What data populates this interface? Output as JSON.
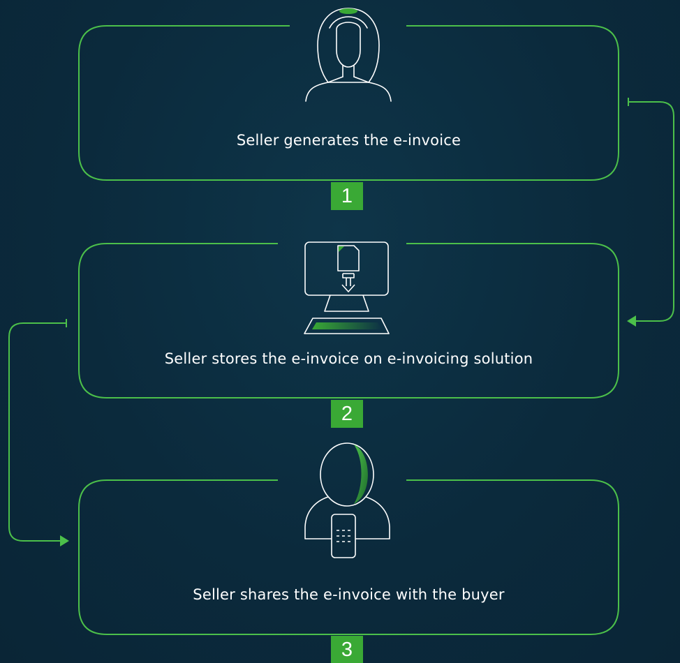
{
  "colors": {
    "background": "#0b2a3c",
    "accent_green": "#3aa935",
    "line_green": "#4cc04a",
    "icon_stroke": "#ffffff"
  },
  "steps": [
    {
      "number": "1",
      "label": "Seller generates the e-invoice",
      "icon": "seller-woman-icon"
    },
    {
      "number": "2",
      "label": "Seller stores the e-invoice on e-invoicing solution",
      "icon": "computer-download-icon"
    },
    {
      "number": "3",
      "label": "Seller shares the e-invoice with the buyer",
      "icon": "person-with-phone-icon"
    }
  ]
}
